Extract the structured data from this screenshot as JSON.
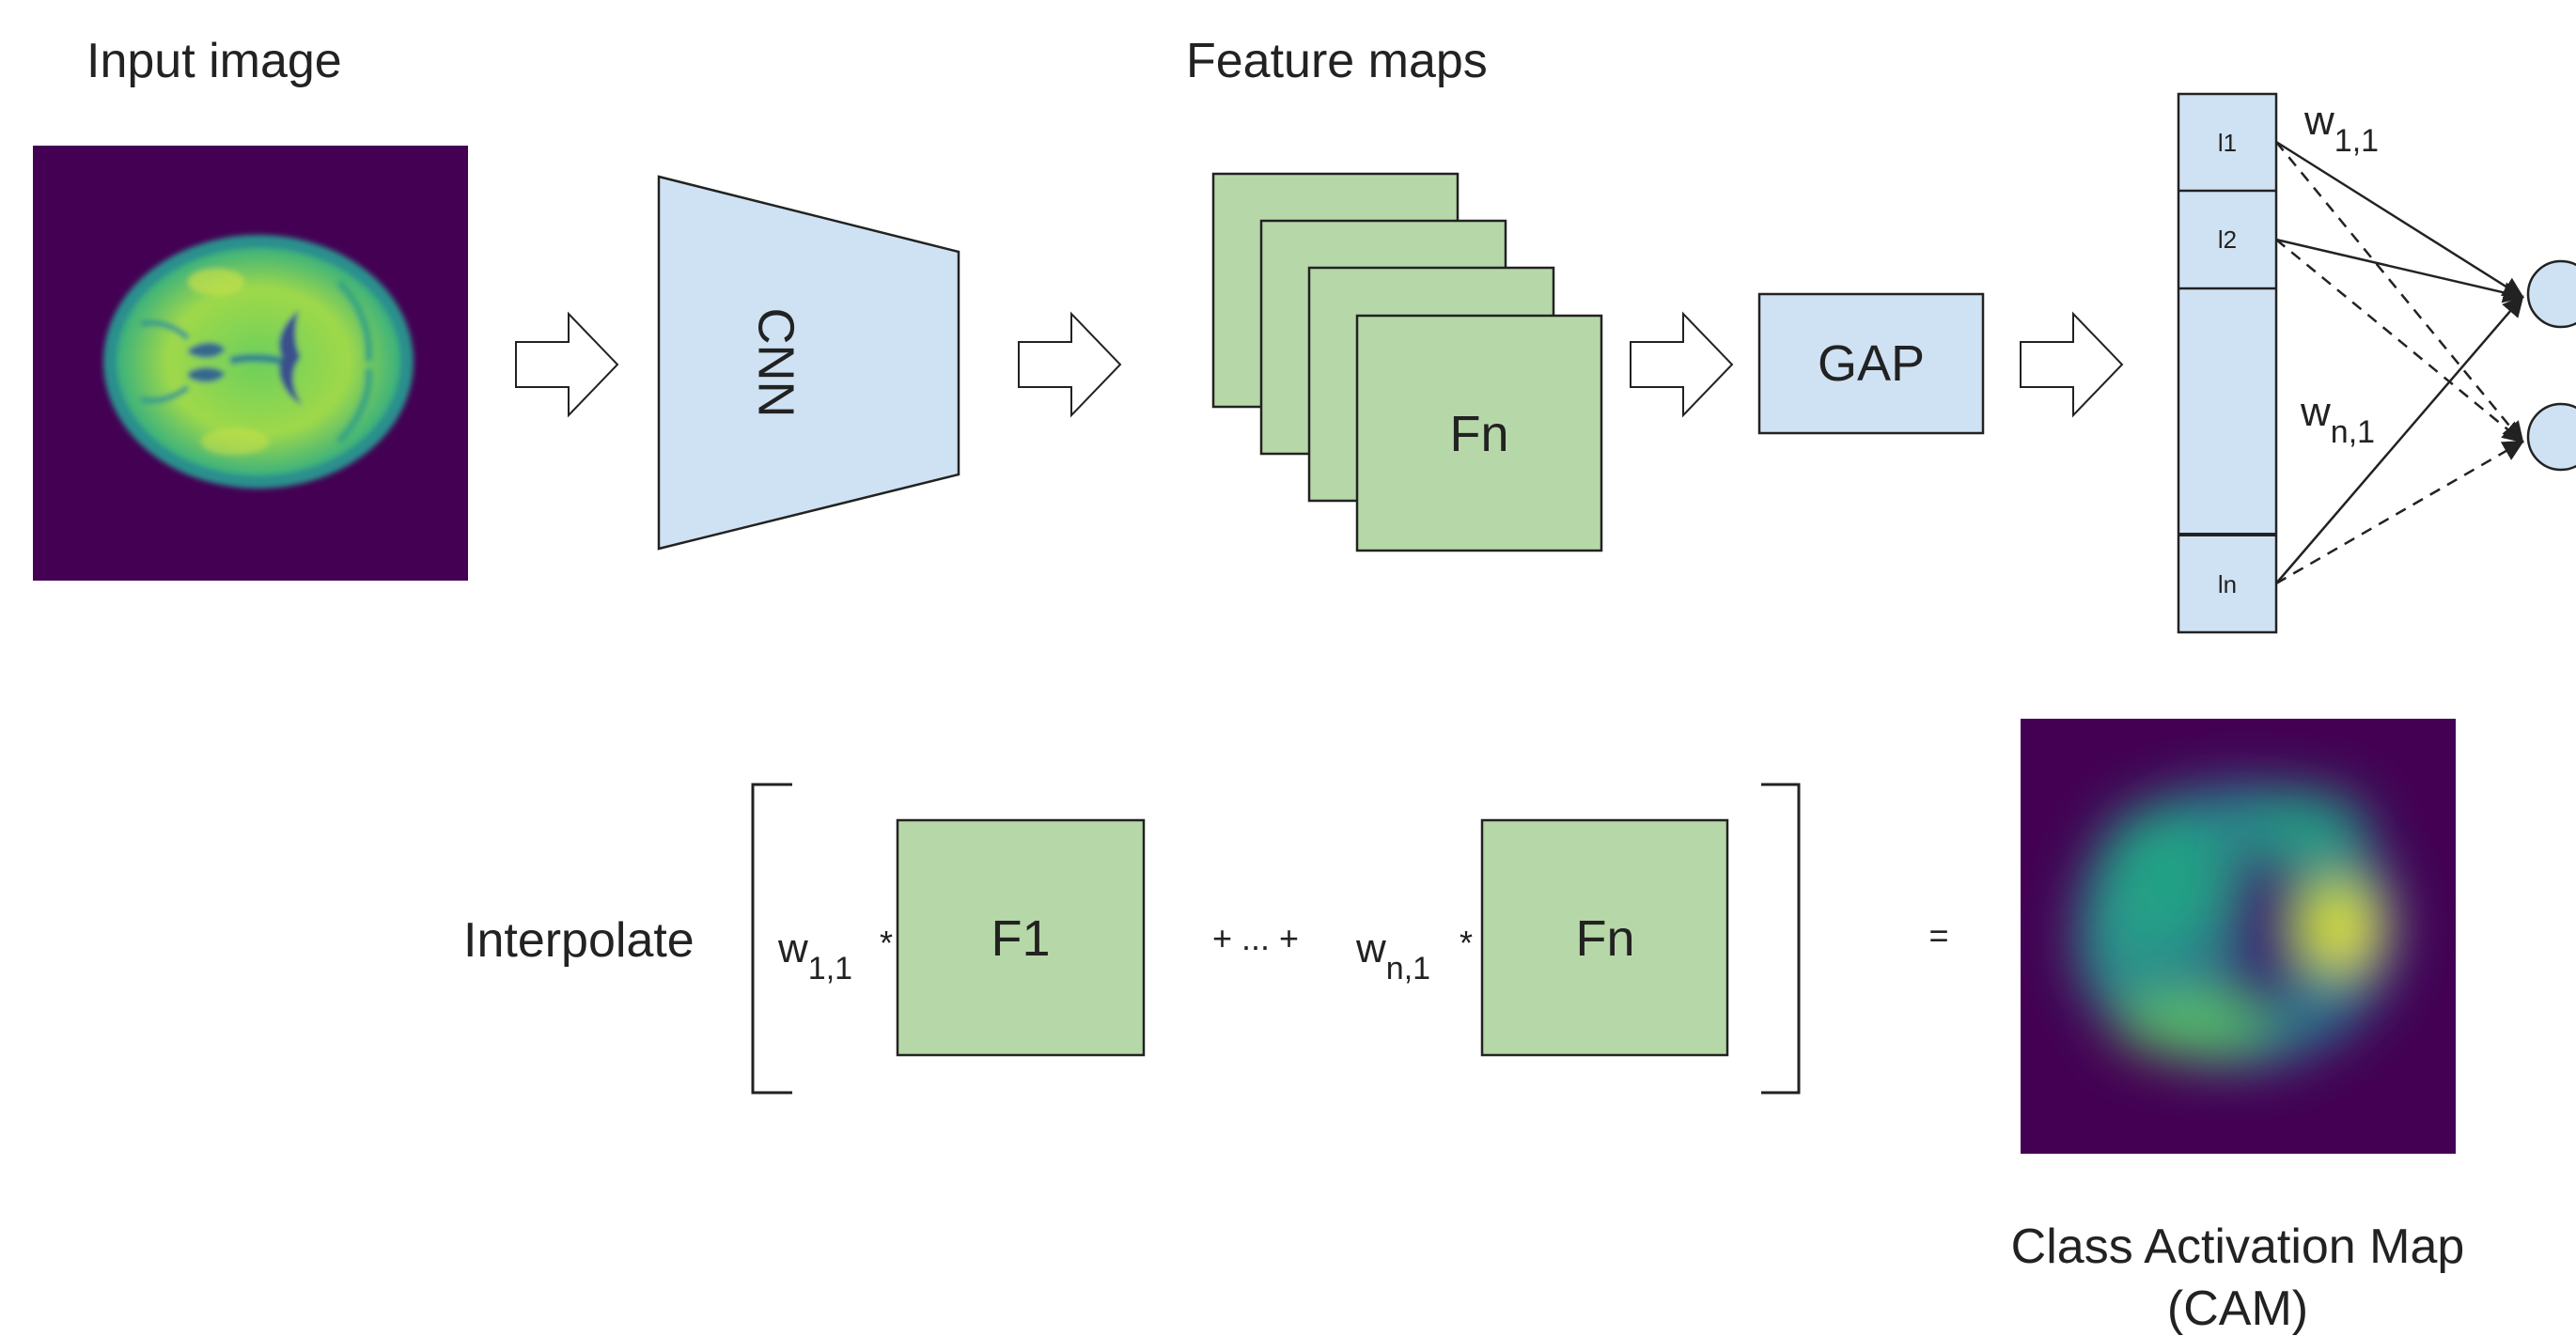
{
  "labels": {
    "input_image": "Input image",
    "feature_maps": "Feature maps",
    "cnn": "CNN",
    "gap": "GAP",
    "interpolate": "Interpolate",
    "cam_line1": "Class Activation Map",
    "cam_line2": "(CAM)"
  },
  "feature_maps": {
    "front_label": "Fn"
  },
  "vector": {
    "cells": [
      "l1",
      "l2",
      "ln"
    ]
  },
  "weights": {
    "w_first": {
      "base": "w",
      "sub": "1,1"
    },
    "w_last": {
      "base": "w",
      "sub": "n,1"
    }
  },
  "equation": {
    "term1_weight_base": "w",
    "term1_weight_sub": "1,1",
    "term1_star": "*",
    "term1_map": "F1",
    "ellipsis": "+ ... +",
    "termn_weight_base": "w",
    "termn_weight_sub": "n,1",
    "termn_star": "*",
    "termn_map": "Fn",
    "equals": "="
  },
  "colors": {
    "box_blue": "#cfe2f3",
    "box_green": "#b6d7a8",
    "stroke": "#222222",
    "viridis_dark": "#440154",
    "viridis_teal": "#21918c",
    "viridis_yellow": "#fde725"
  }
}
